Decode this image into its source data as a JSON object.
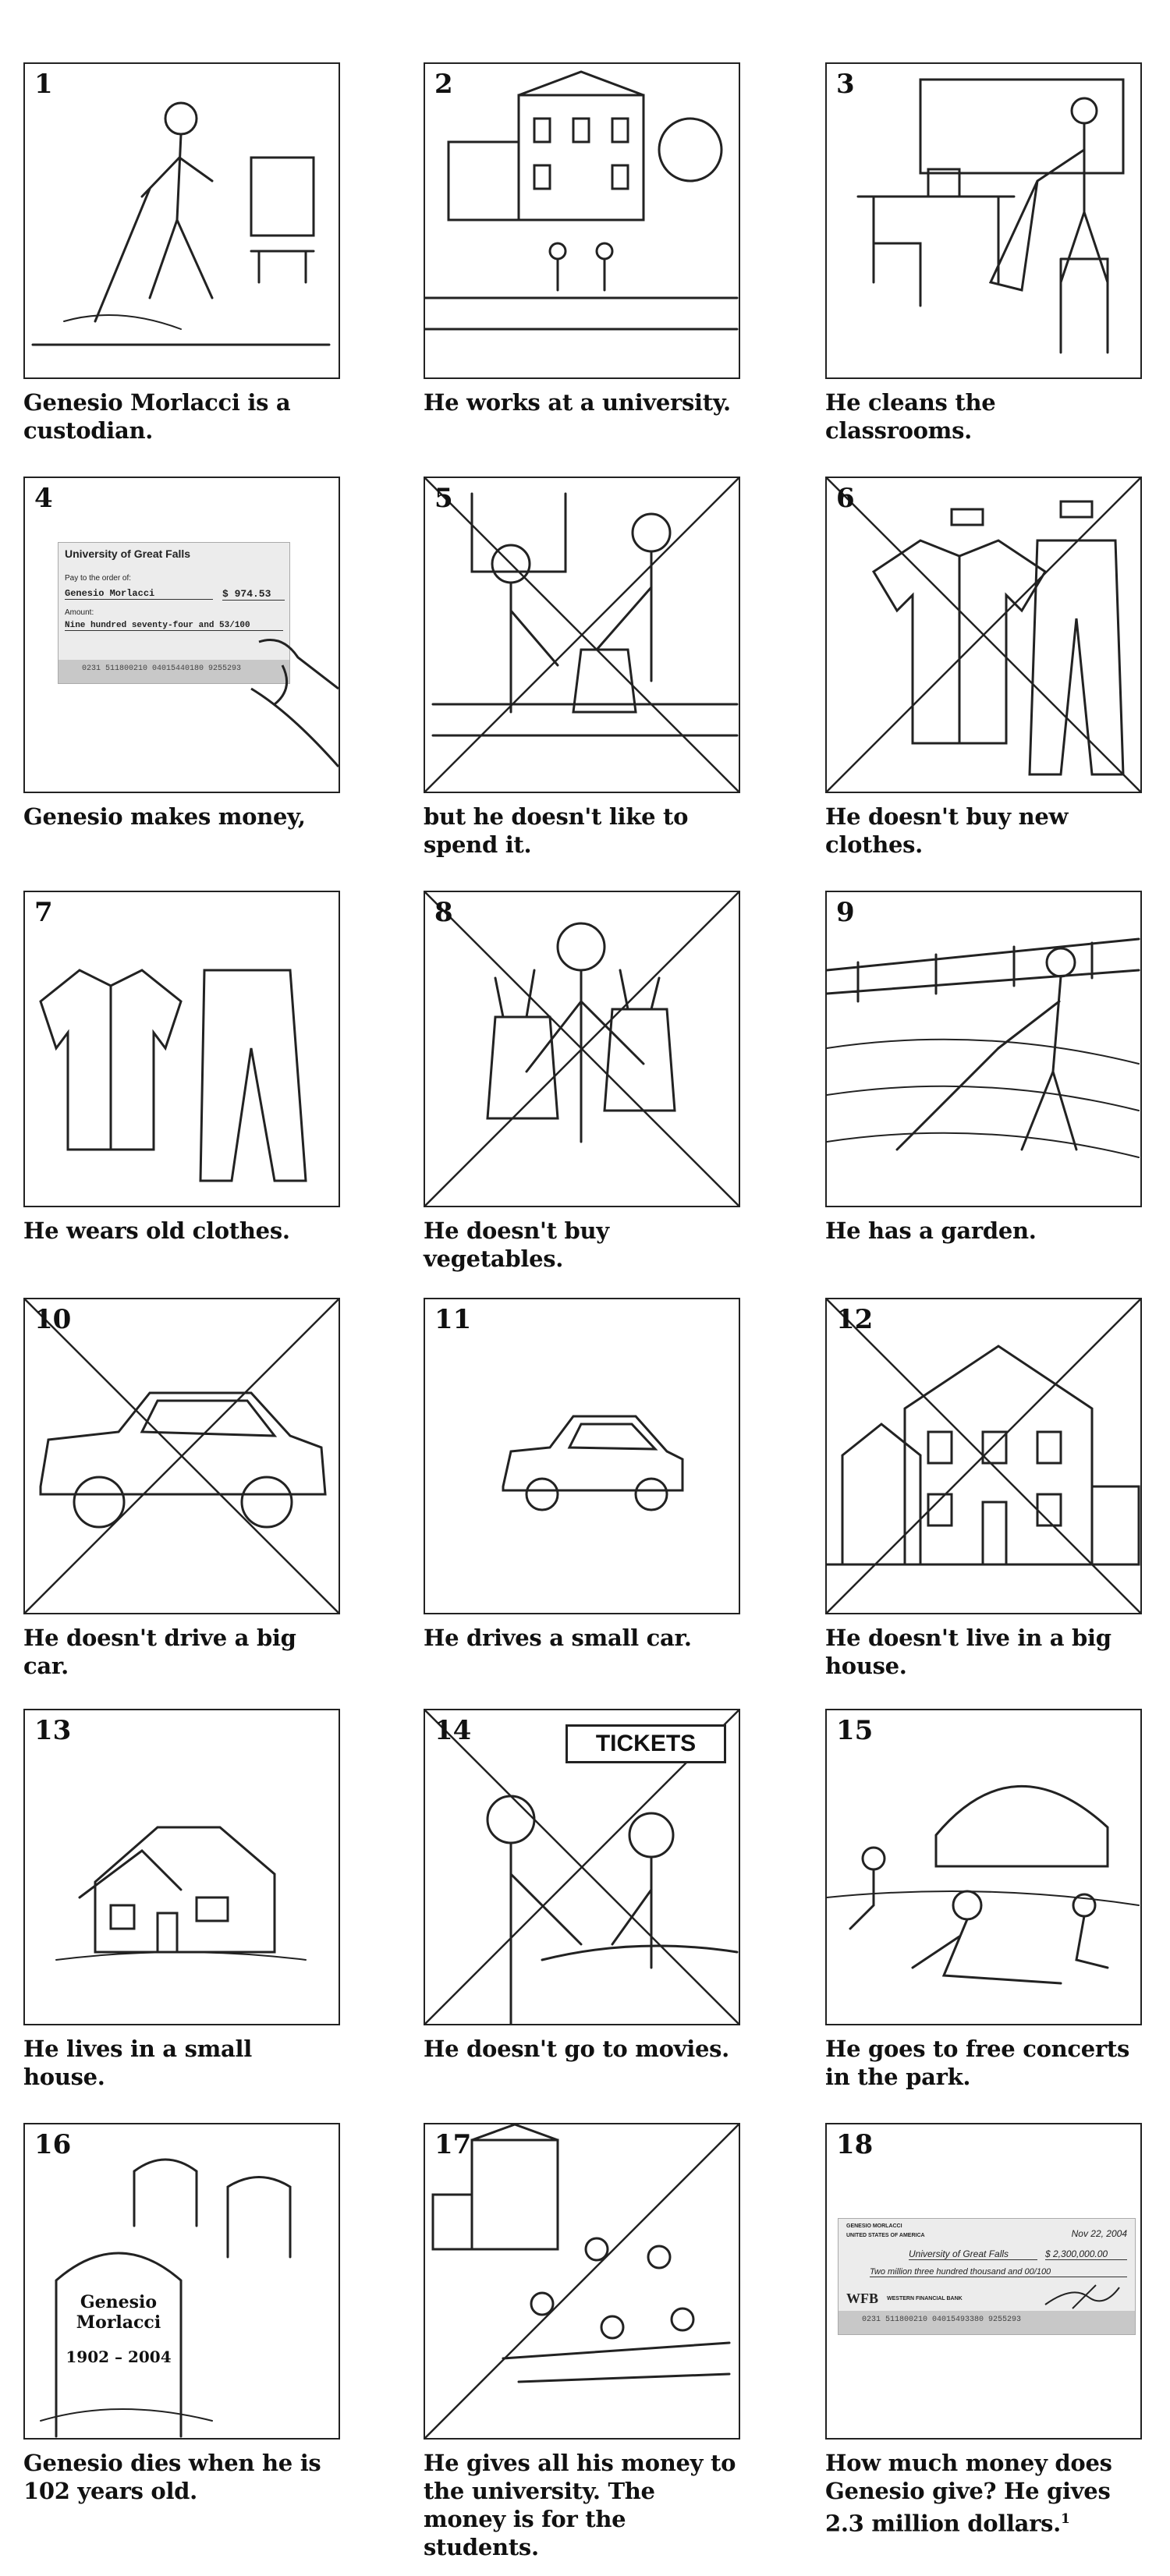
{
  "panels": [
    {
      "number": "1",
      "caption": "Genesio Morlacci is a custodian.",
      "art": "custodian",
      "cross": "none"
    },
    {
      "number": "2",
      "caption": "He works at a university.",
      "art": "university",
      "cross": "none"
    },
    {
      "number": "3",
      "caption": "He cleans the classrooms.",
      "art": "classroom",
      "cross": "none"
    },
    {
      "number": "4",
      "caption": "Genesio makes money,",
      "art": "paycheck",
      "cross": "none"
    },
    {
      "number": "5",
      "caption": "but he doesn't like to spend it.",
      "art": "shopping",
      "cross": "x"
    },
    {
      "number": "6",
      "caption": "He doesn't buy new clothes.",
      "art": "new-clothes",
      "cross": "x"
    },
    {
      "number": "7",
      "caption": "He wears old clothes.",
      "art": "old-clothes",
      "cross": "none"
    },
    {
      "number": "8",
      "caption": "He doesn't buy vegetables.",
      "art": "groceries",
      "cross": "x"
    },
    {
      "number": "9",
      "caption": "He has a garden.",
      "art": "garden",
      "cross": "none"
    },
    {
      "number": "10",
      "caption": "He doesn't drive a big car.",
      "art": "big-car",
      "cross": "x"
    },
    {
      "number": "11",
      "caption": "He drives a small car.",
      "art": "small-car",
      "cross": "none"
    },
    {
      "number": "12",
      "caption": "He doesn't live in a big house.",
      "art": "big-house",
      "cross": "x"
    },
    {
      "number": "13",
      "caption": "He lives in a small house.",
      "art": "small-house",
      "cross": "none"
    },
    {
      "number": "14",
      "caption": "He doesn't go to movies.",
      "art": "tickets",
      "cross": "x"
    },
    {
      "number": "15",
      "caption": "He goes to free concerts in the park.",
      "art": "concert",
      "cross": "none"
    },
    {
      "number": "16",
      "caption": "Genesio dies when he is 102 years old.",
      "art": "grave",
      "cross": "none"
    },
    {
      "number": "17",
      "caption": "He gives all his money to the university. The money is for the students.",
      "art": "students",
      "cross": "diagonal"
    },
    {
      "number": "18",
      "caption": "How much money does Genesio give? He gives 2.3 million dollars.",
      "footnote": "1",
      "art": "donation-check",
      "cross": "none"
    }
  ],
  "paycheck": {
    "payer": "University of Great Falls",
    "pay_to_label": "Pay to the order of:",
    "payee": "Genesio Morlacci",
    "amount": "$ 974.53",
    "amount_label": "Amount:",
    "amount_words": "Nine hundred seventy-four and 53/100",
    "micr": "0231 511800210 04015440180 9255293"
  },
  "donation_check": {
    "payer": "GENESIO MORLACCI",
    "country": "UNITED STATES OF AMERICA",
    "date": "Nov 22, 2004",
    "payee": "University of Great Falls",
    "amount": "$ 2,300,000.00",
    "amount_words": "Two million three hundred thousand and 00/100",
    "bank": "WFB",
    "bank_name": "WESTERN FINANCIAL BANK",
    "micr": "0231 511800210 04015493380 9255293"
  },
  "grave": {
    "name_line1": "Genesio",
    "name_line2": "Morlacci",
    "years": "1902 – 2004"
  },
  "tickets_sign": "TICKETS"
}
